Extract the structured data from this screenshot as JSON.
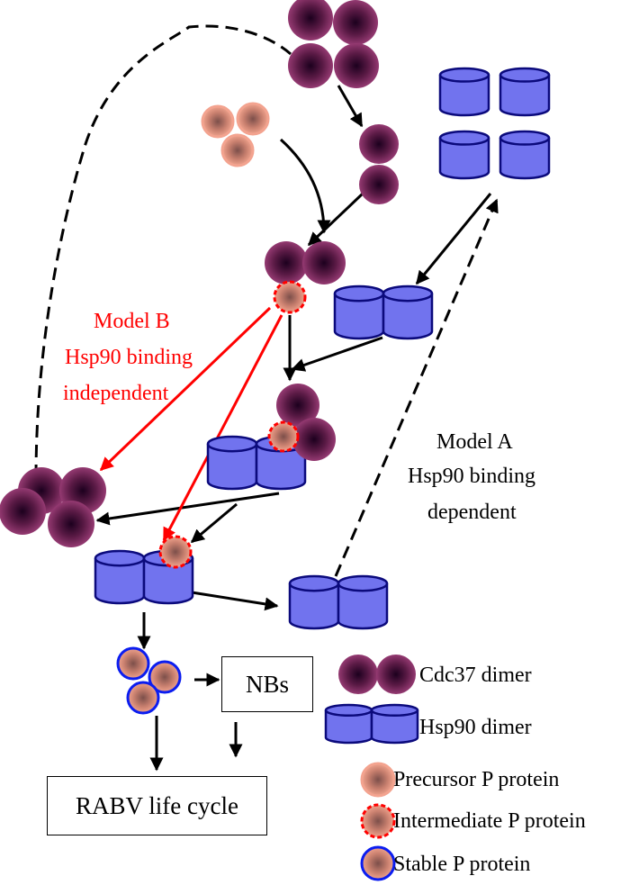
{
  "colors": {
    "cdc37_center": "#1c001e",
    "cdc37_edge": "#953a72",
    "hsp90_fill": "#7173ee",
    "hsp90_stroke": "#0b0a7c",
    "precursor_center": "#7c4f4a",
    "precursor_edge": "#f0a48e",
    "precursor_ring": "#f3a38f",
    "intermediate_ring": "#ff0000",
    "stable_ring": "#0b1df0",
    "model_b": "#ff0000",
    "arrow": "#000000"
  },
  "model_b": {
    "line1": "Model B",
    "line2": "Hsp90 binding",
    "line3": "independent"
  },
  "model_a": {
    "line1": "Model A",
    "line2": "Hsp90 binding",
    "line3": "dependent"
  },
  "boxes": {
    "nbs": "NBs",
    "life_cycle": "RABV life cycle"
  },
  "legend": {
    "cdc37": "Cdc37 dimer",
    "hsp90": "Hsp90 dimer",
    "precursor": "Precursor P protein",
    "intermediate": "Intermediate P protein",
    "stable": "Stable P protein"
  }
}
